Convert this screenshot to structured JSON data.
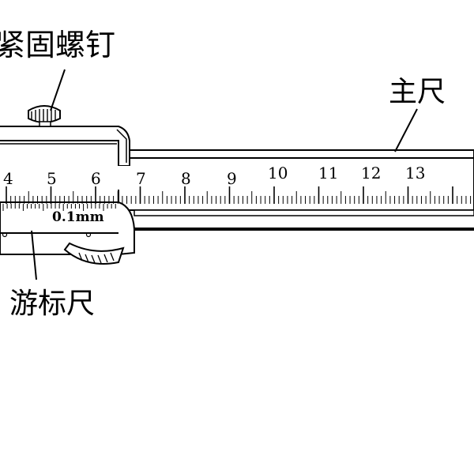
{
  "labels": {
    "clamp_screw": "紧固螺钉",
    "main_scale": "主尺",
    "vernier_scale": "游标尺",
    "precision": "0.1mm"
  },
  "main_scale_numbers": [
    "4",
    "5",
    "6",
    "7",
    "8",
    "9",
    "10",
    "11",
    "12",
    "13"
  ]
}
